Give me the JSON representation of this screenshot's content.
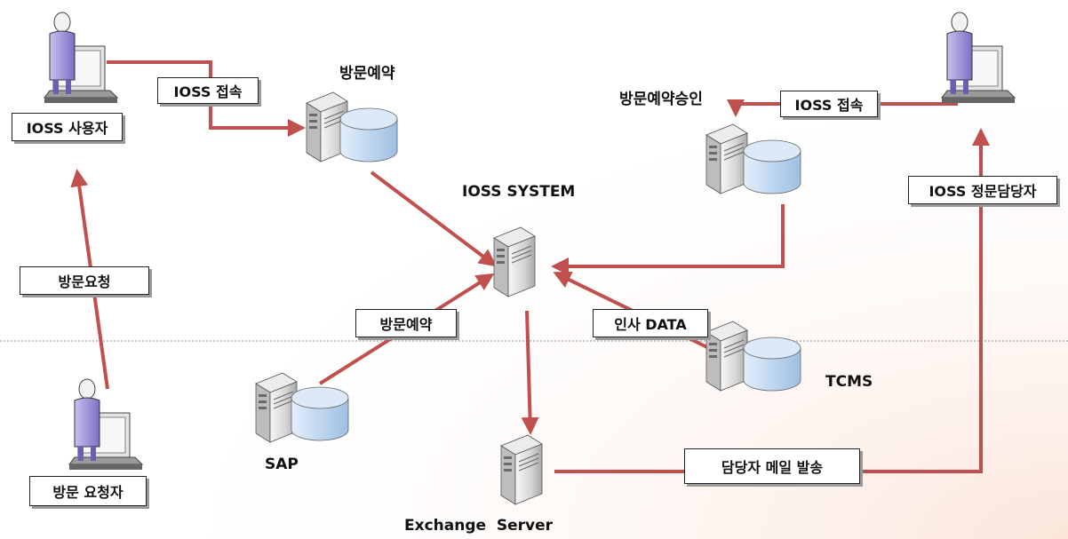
{
  "labels": {
    "ioss_user": "IOSS 사용자",
    "ioss_connect_left": "IOSS 접속",
    "visit_reservation_top": "방문예약",
    "visit_approval": "방문예약승인",
    "ioss_connect_right": "IOSS 접속",
    "ioss_system": "IOSS SYSTEM",
    "ioss_gate_manager": "IOSS 정문담당자",
    "visit_request": "방문요청",
    "visit_reservation_mid": "방문예약",
    "hr_data": "인사 DATA",
    "tcms": "TCMS",
    "sap": "SAP",
    "manager_mail": "담당자 메일 발송",
    "visit_requester": "방문 요청자",
    "exchange_server": "Exchange  Server"
  },
  "colors": {
    "arrow": "#c0504d",
    "divider": "#8c8c8c",
    "disk": "#bcd7f0",
    "server": "#d9d9d9",
    "person": "#9c8ed6"
  },
  "icons": [
    "user-computer-icon",
    "server-database-icon",
    "server-icon"
  ]
}
